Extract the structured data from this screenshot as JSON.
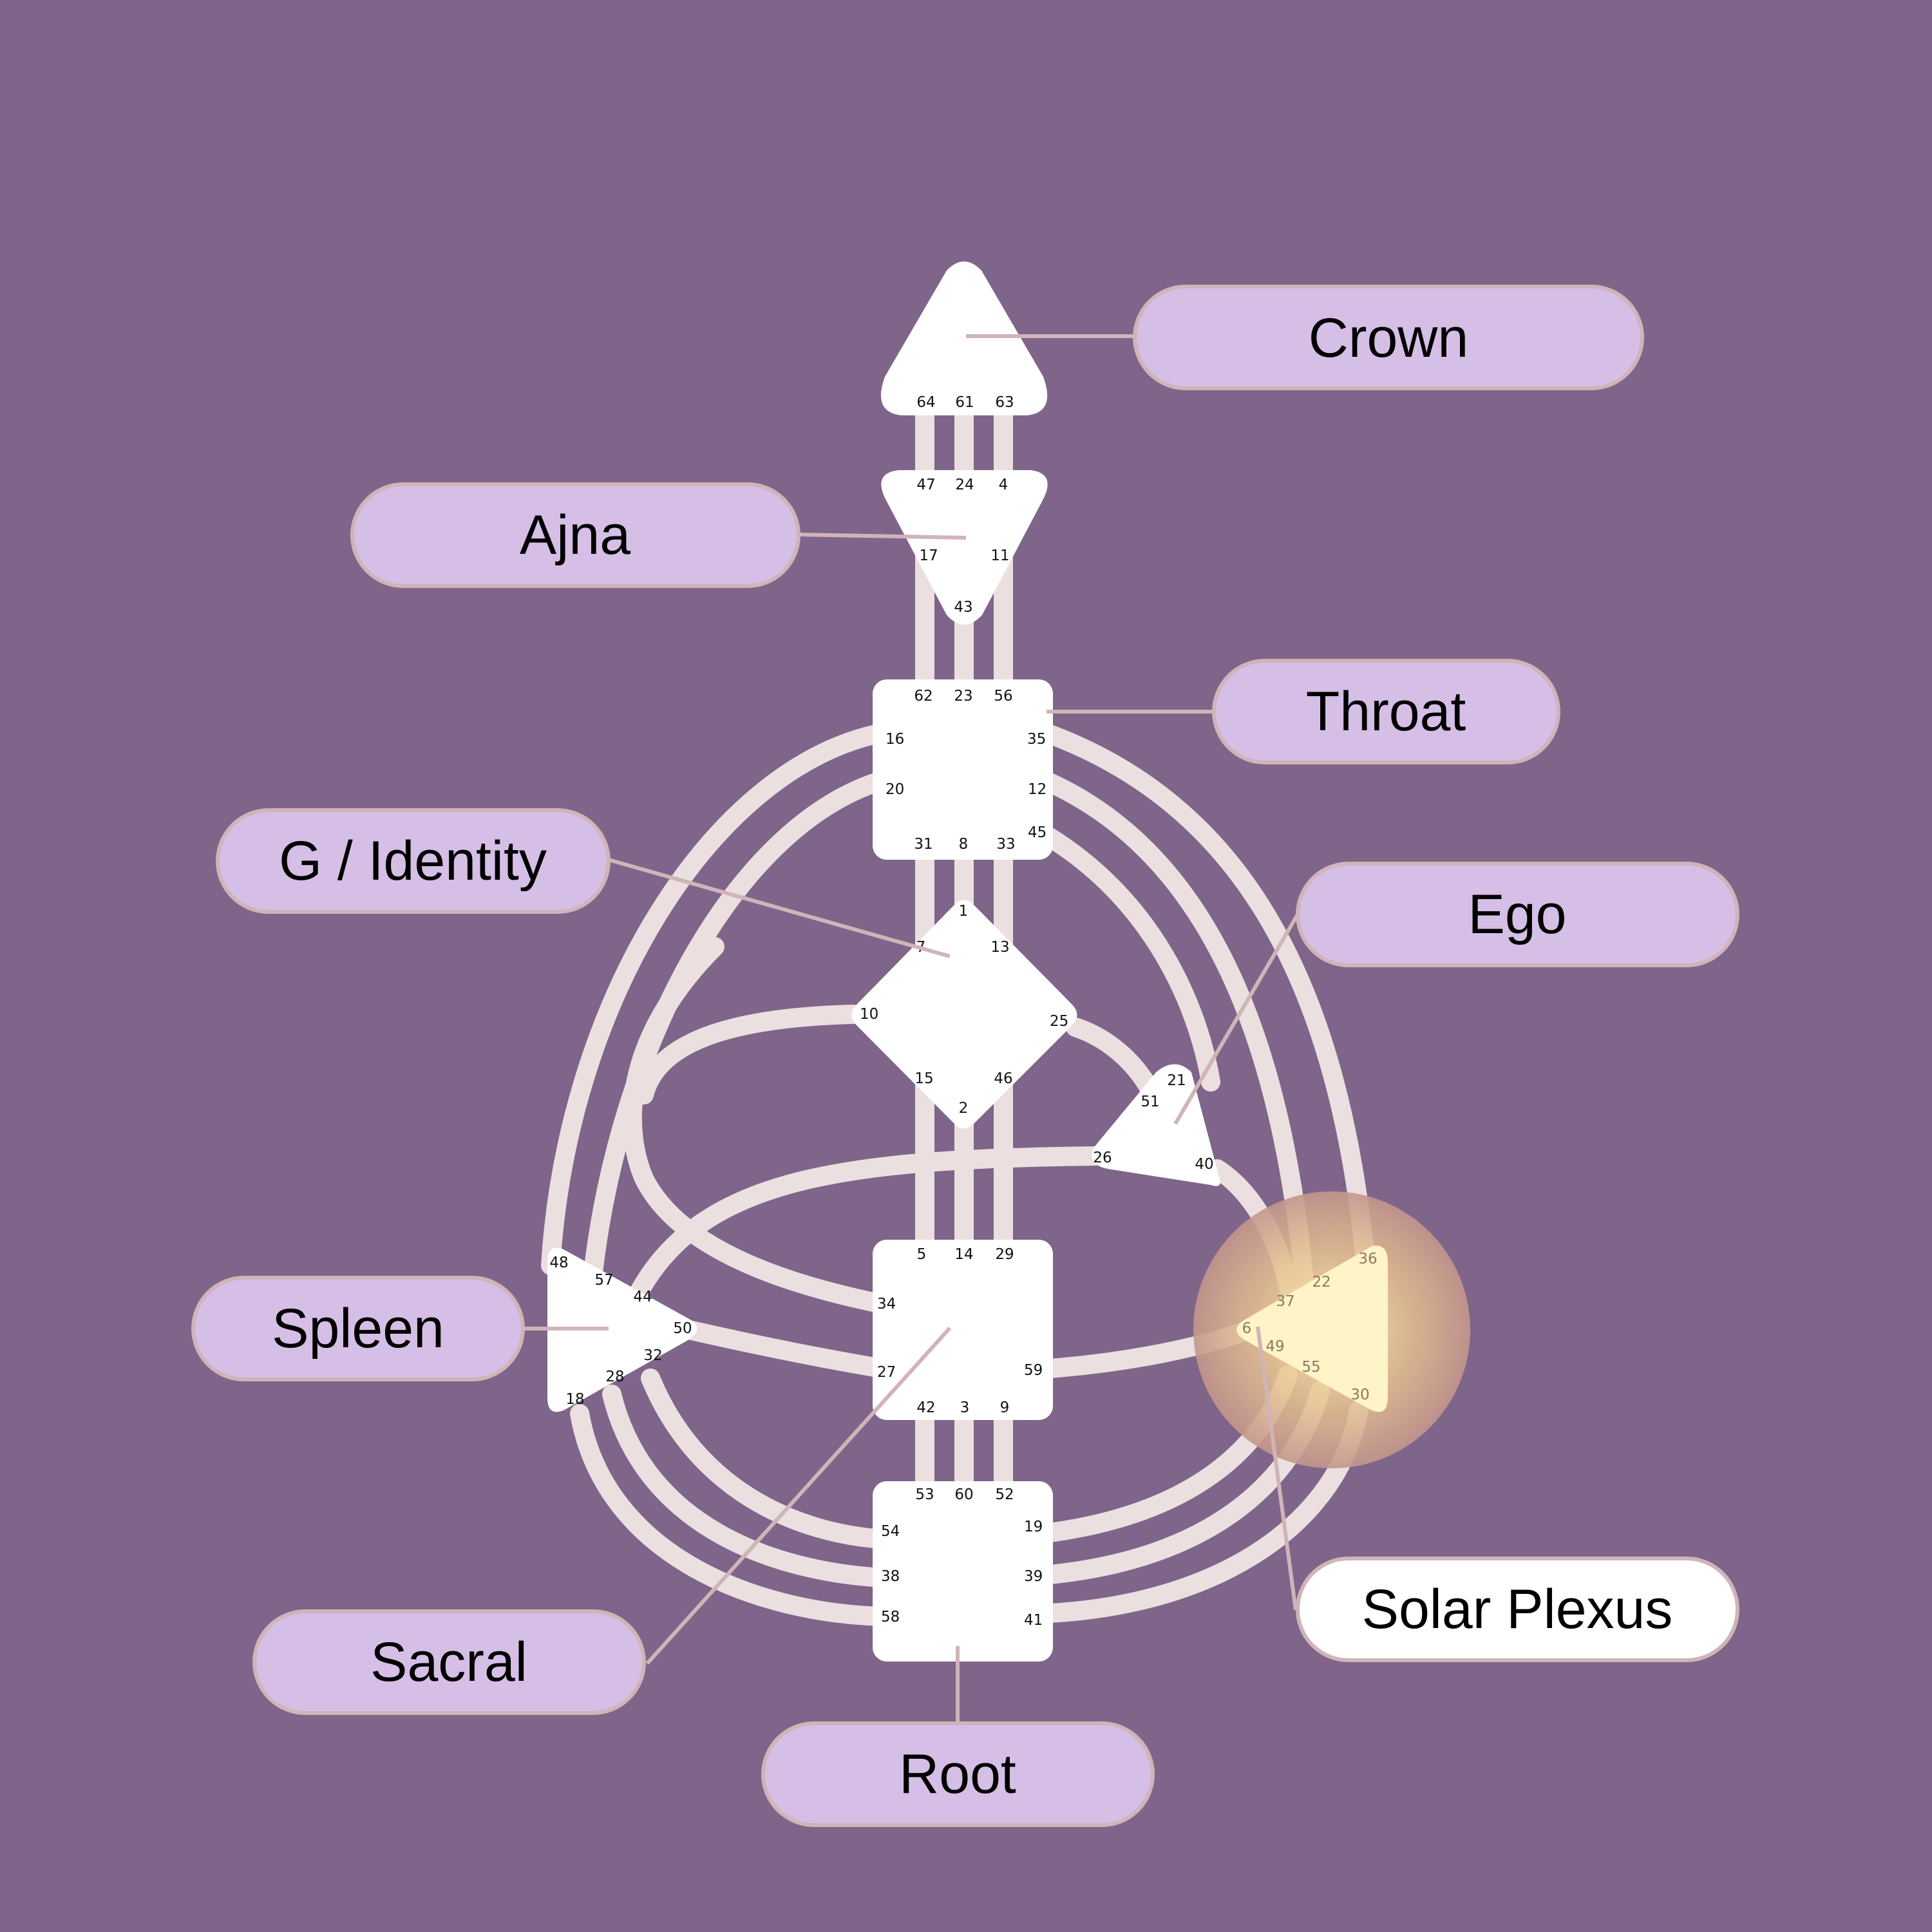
{
  "colors": {
    "background": "#7e6589",
    "channel": "#ebdfe0",
    "center_fill": "#ffffff",
    "label_fill": "#d5bfe6",
    "label_border": "#d0b4b8",
    "active_label_fill": "#ffffff",
    "highlight": "#f7d998"
  },
  "labels": {
    "crown": "Crown",
    "ajna": "Ajna",
    "throat": "Throat",
    "g_identity": "G / Identity",
    "ego": "Ego",
    "spleen": "Spleen",
    "solar_plexus": "Solar Plexus",
    "sacral": "Sacral",
    "root": "Root"
  },
  "active_center": "Solar Plexus",
  "gates": {
    "crown": [
      "64",
      "61",
      "63"
    ],
    "ajna": [
      "47",
      "24",
      "4",
      "17",
      "11",
      "43"
    ],
    "throat": [
      "62",
      "23",
      "56",
      "16",
      "35",
      "20",
      "12",
      "31",
      "8",
      "33",
      "45"
    ],
    "g": [
      "1",
      "7",
      "13",
      "10",
      "25",
      "15",
      "46",
      "2"
    ],
    "ego": [
      "21",
      "51",
      "26",
      "40"
    ],
    "sacral": [
      "5",
      "14",
      "29",
      "34",
      "27",
      "59",
      "42",
      "3",
      "9"
    ],
    "root": [
      "53",
      "60",
      "52",
      "54",
      "19",
      "38",
      "39",
      "58",
      "41"
    ],
    "spleen": [
      "48",
      "57",
      "44",
      "50",
      "32",
      "28",
      "18"
    ],
    "solar_plexus": [
      "36",
      "22",
      "37",
      "6",
      "49",
      "55",
      "30"
    ]
  }
}
